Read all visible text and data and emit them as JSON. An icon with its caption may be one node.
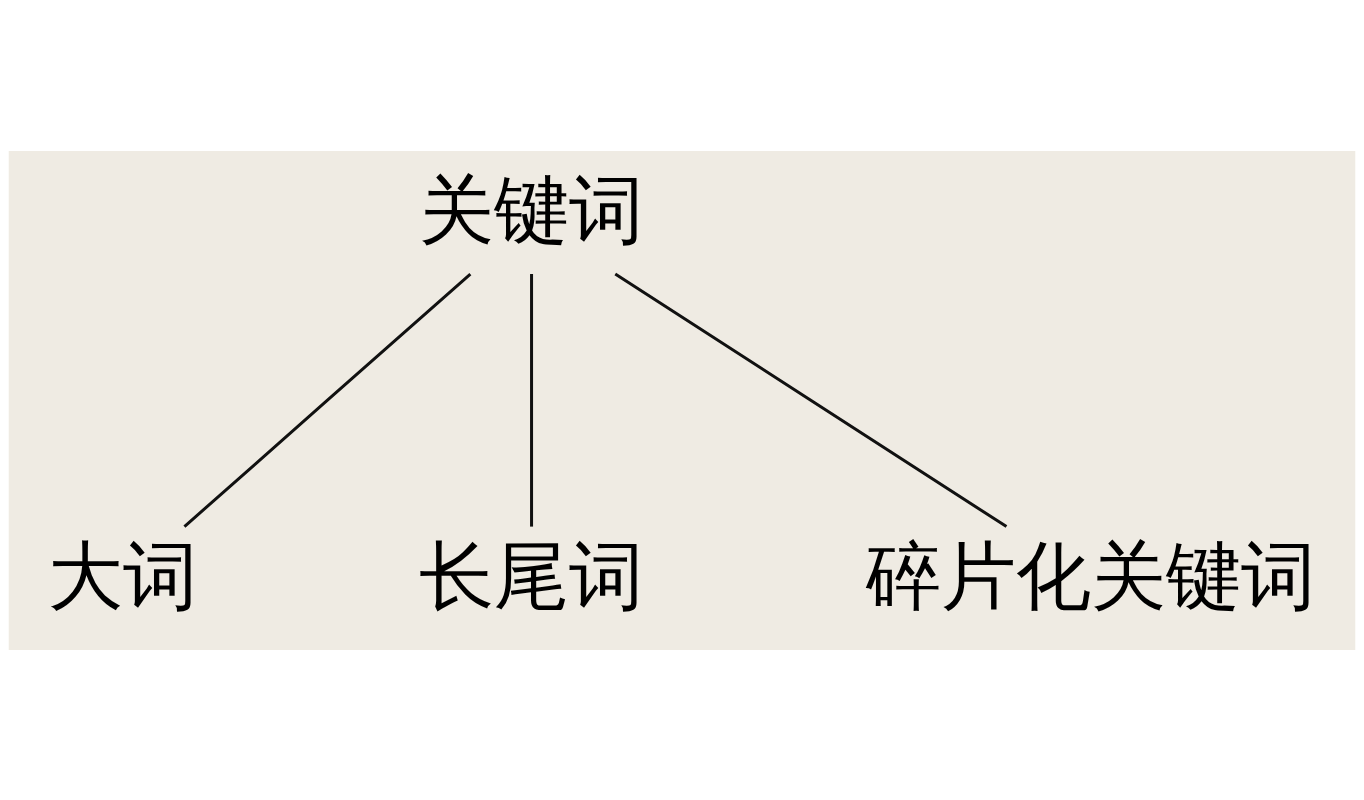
{
  "diagram": {
    "nodes": [
      {
        "text": [
          "关键词"
        ]
      },
      {
        "text": [
          "大词"
        ]
      },
      {
        "text": [
          "长尾词"
        ]
      },
      {
        "text": [
          "碎片化关键词"
        ]
      }
    ],
    "edges": [
      {
        "from": 0,
        "to": 1,
        "arrow": "none"
      },
      {
        "from": 0,
        "to": 2,
        "arrow": "none"
      },
      {
        "from": 0,
        "to": 3,
        "arrow": "none"
      }
    ]
  }
}
